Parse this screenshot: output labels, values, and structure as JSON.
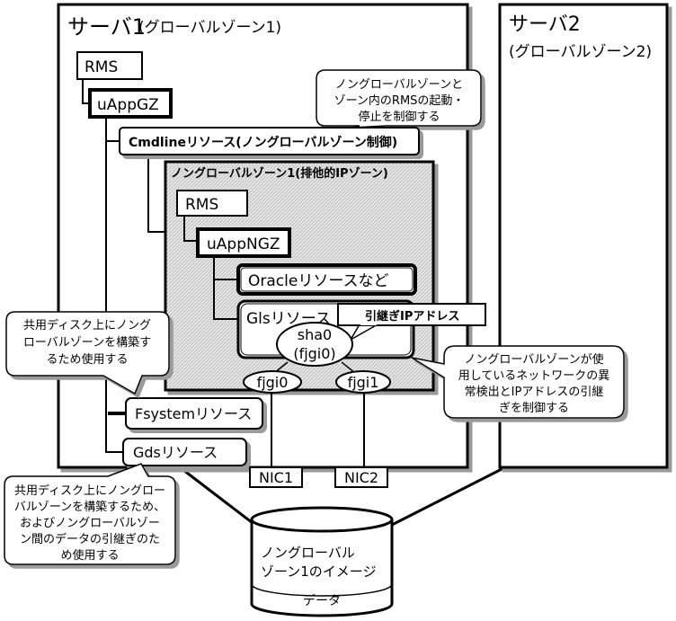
{
  "server1": {
    "title": "サーバ1",
    "subtitle": "(グローバルゾーン1)"
  },
  "server2": {
    "title": "サーバ2",
    "subtitle": "(グローバルゾーン2)"
  },
  "gz": {
    "rms": "RMS",
    "uapp": "uAppGZ",
    "cmdline": "Cmdlineリソース(ノングローバルゾーン制御)",
    "fsystem": "Fsystemリソース",
    "gds": "Gdsリソース"
  },
  "ngz": {
    "title": "ノングローバルゾーン1(排他的IPゾーン)",
    "rms": "RMS",
    "uapp": "uAppNGZ",
    "oracle": "Oracleリソースなど",
    "gls": "Glsリソース",
    "takeover_ip": "引継ぎIPアドレス",
    "sha0_line1": "sha0",
    "sha0_line2": "(fjgi0)",
    "fjgi0": "fjgi0",
    "fjgi1": "fjgi1"
  },
  "nics": [
    "NIC1",
    "NIC2"
  ],
  "disk": {
    "line1": "ノングローバル",
    "line2": "ゾーン1のイメージ",
    "data": "データ"
  },
  "callouts": {
    "cmdline": [
      "ノングローバルゾーンと",
      "ゾーン内のRMSの起動・",
      "停止を制御する"
    ],
    "fsystem": [
      "共用ディスク上にノング",
      "ローバルゾーンを構築す",
      "るため使用する"
    ],
    "gds": [
      "共用ディスク上にノングロー",
      "バルゾーンを構築するため、",
      "およびノングローバルゾー",
      "ン間のデータの引継ぎのた",
      "め使用する"
    ],
    "gls": [
      "ノングローバルゾーンが使",
      "用しているネットワークの異",
      "常検出とIPアドレスの引継",
      "ぎを制御する"
    ]
  },
  "colors": {
    "hatch": "#d8d8d8",
    "shadow": "#9a9a9a",
    "rms_highlight": "#0000cc"
  }
}
